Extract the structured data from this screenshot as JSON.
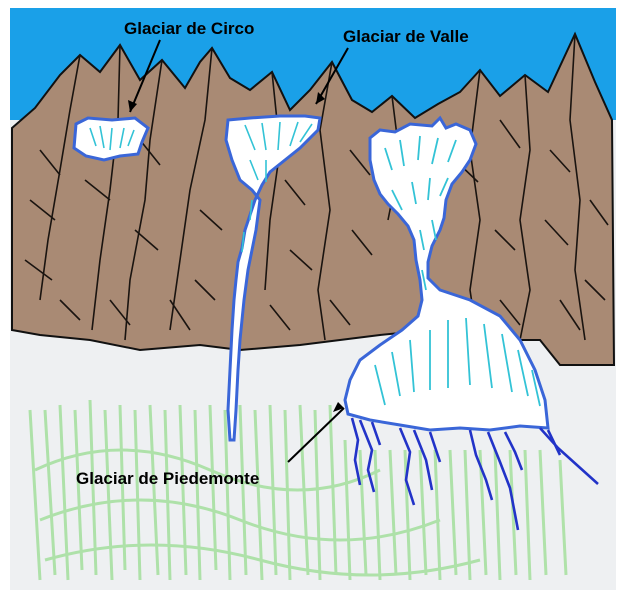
{
  "labels": {
    "cirque": "Glaciar de Circo",
    "valley": "Glaciar de Valle",
    "piedmont": "Glaciar de Piedemonte"
  },
  "colors": {
    "sky": "#1aa0e8",
    "ground": "#eef0f2",
    "mountain": "#a98a74",
    "mountain_dark": "#6e5644",
    "ridge": "#111111",
    "ice": "#ffffff",
    "ice_outline": "#3a66d8",
    "crevasse": "#33c3d6",
    "meltwater": "#2233c8",
    "grass": "#a8e0a2"
  }
}
